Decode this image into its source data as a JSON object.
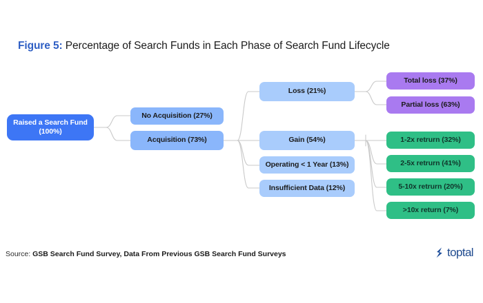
{
  "title": {
    "label": "Figure 5:",
    "text": " Percentage of Search Funds in Each Phase of Search Fund Lifecycle"
  },
  "colors": {
    "accent_blue": "#2f5fc4",
    "root_blue": "#3d76f5",
    "level2_blue": "#8ab6fb",
    "level3_blue": "#a9ccfc",
    "purple": "#a97af0",
    "green": "#2fbf86",
    "connector_grey": "#c9c9c9",
    "logo_blue": "#204b8f"
  },
  "chart_data": {
    "type": "diagram",
    "subtype": "horizontal-tree",
    "title": "Percentage of Search Funds in Each Phase of Search Fund Lifecycle",
    "legend": "",
    "nodes": [
      {
        "id": "root",
        "label": "Raised a Search Fund (100%)",
        "value": 100,
        "level": 0,
        "color": "#3d76f5"
      },
      {
        "id": "no-acq",
        "label": "No Acquisition (27%)",
        "value": 27,
        "level": 1,
        "color": "#8ab6fb"
      },
      {
        "id": "acq",
        "label": "Acquisition (73%)",
        "value": 73,
        "level": 1,
        "color": "#8ab6fb"
      },
      {
        "id": "loss",
        "label": "Loss (21%)",
        "value": 21,
        "level": 2,
        "color": "#a9ccfc"
      },
      {
        "id": "gain",
        "label": "Gain (54%)",
        "value": 54,
        "level": 2,
        "color": "#a9ccfc"
      },
      {
        "id": "operating",
        "label": "Operating < 1 Year (13%)",
        "value": 13,
        "level": 2,
        "color": "#a9ccfc"
      },
      {
        "id": "insufficient",
        "label": "Insufficient Data (12%)",
        "value": 12,
        "level": 2,
        "color": "#a9ccfc"
      },
      {
        "id": "total-loss",
        "label": "Total loss (37%)",
        "value": 37,
        "level": 3,
        "color": "#a97af0"
      },
      {
        "id": "partial-loss",
        "label": "Partial loss (63%)",
        "value": 63,
        "level": 3,
        "color": "#a97af0"
      },
      {
        "id": "ret-1-2",
        "label": "1-2x retrurn (32%)",
        "value": 32,
        "level": 3,
        "color": "#2fbf86"
      },
      {
        "id": "ret-2-5",
        "label": "2-5x retrurn (41%)",
        "value": 41,
        "level": 3,
        "color": "#2fbf86"
      },
      {
        "id": "ret-5-10",
        "label": "5-10x retrurn (20%)",
        "value": 20,
        "level": 3,
        "color": "#2fbf86"
      },
      {
        "id": "ret-10plus",
        "label": ">10x return (7%)",
        "value": 7,
        "level": 3,
        "color": "#2fbf86"
      }
    ],
    "edges": [
      {
        "from": "root",
        "to": "no-acq"
      },
      {
        "from": "root",
        "to": "acq"
      },
      {
        "from": "acq",
        "to": "loss"
      },
      {
        "from": "acq",
        "to": "gain"
      },
      {
        "from": "acq",
        "to": "operating"
      },
      {
        "from": "acq",
        "to": "insufficient"
      },
      {
        "from": "loss",
        "to": "total-loss"
      },
      {
        "from": "loss",
        "to": "partial-loss"
      },
      {
        "from": "gain",
        "to": "ret-1-2"
      },
      {
        "from": "gain",
        "to": "ret-2-5"
      },
      {
        "from": "gain",
        "to": "ret-5-10"
      },
      {
        "from": "gain",
        "to": "ret-10plus"
      }
    ]
  },
  "footer": {
    "source_label": "Source:",
    "source_text": " GSB Search Fund Survey, Data From Previous GSB Search Fund Surveys",
    "logo_text": "toptal"
  }
}
